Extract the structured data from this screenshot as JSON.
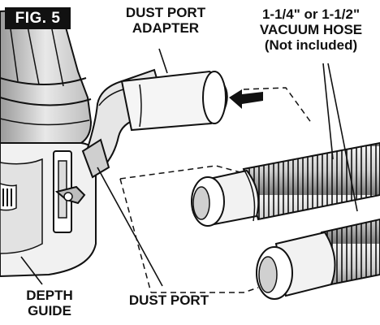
{
  "figure": {
    "badge": "FIG. 5",
    "labels": {
      "dust_port_adapter": [
        "DUST PORT",
        "ADAPTER"
      ],
      "vacuum_hose": [
        "1-1/4\" or 1-1/2\"",
        "VACUUM HOSE",
        "(Not included)"
      ],
      "depth_guide": [
        "DEPTH",
        "GUIDE"
      ],
      "dust_port": "DUST PORT"
    }
  },
  "colors": {
    "ink": "#111111",
    "paper": "#ffffff",
    "shade": "#8c8c8c",
    "light": "#d9d9d9"
  }
}
